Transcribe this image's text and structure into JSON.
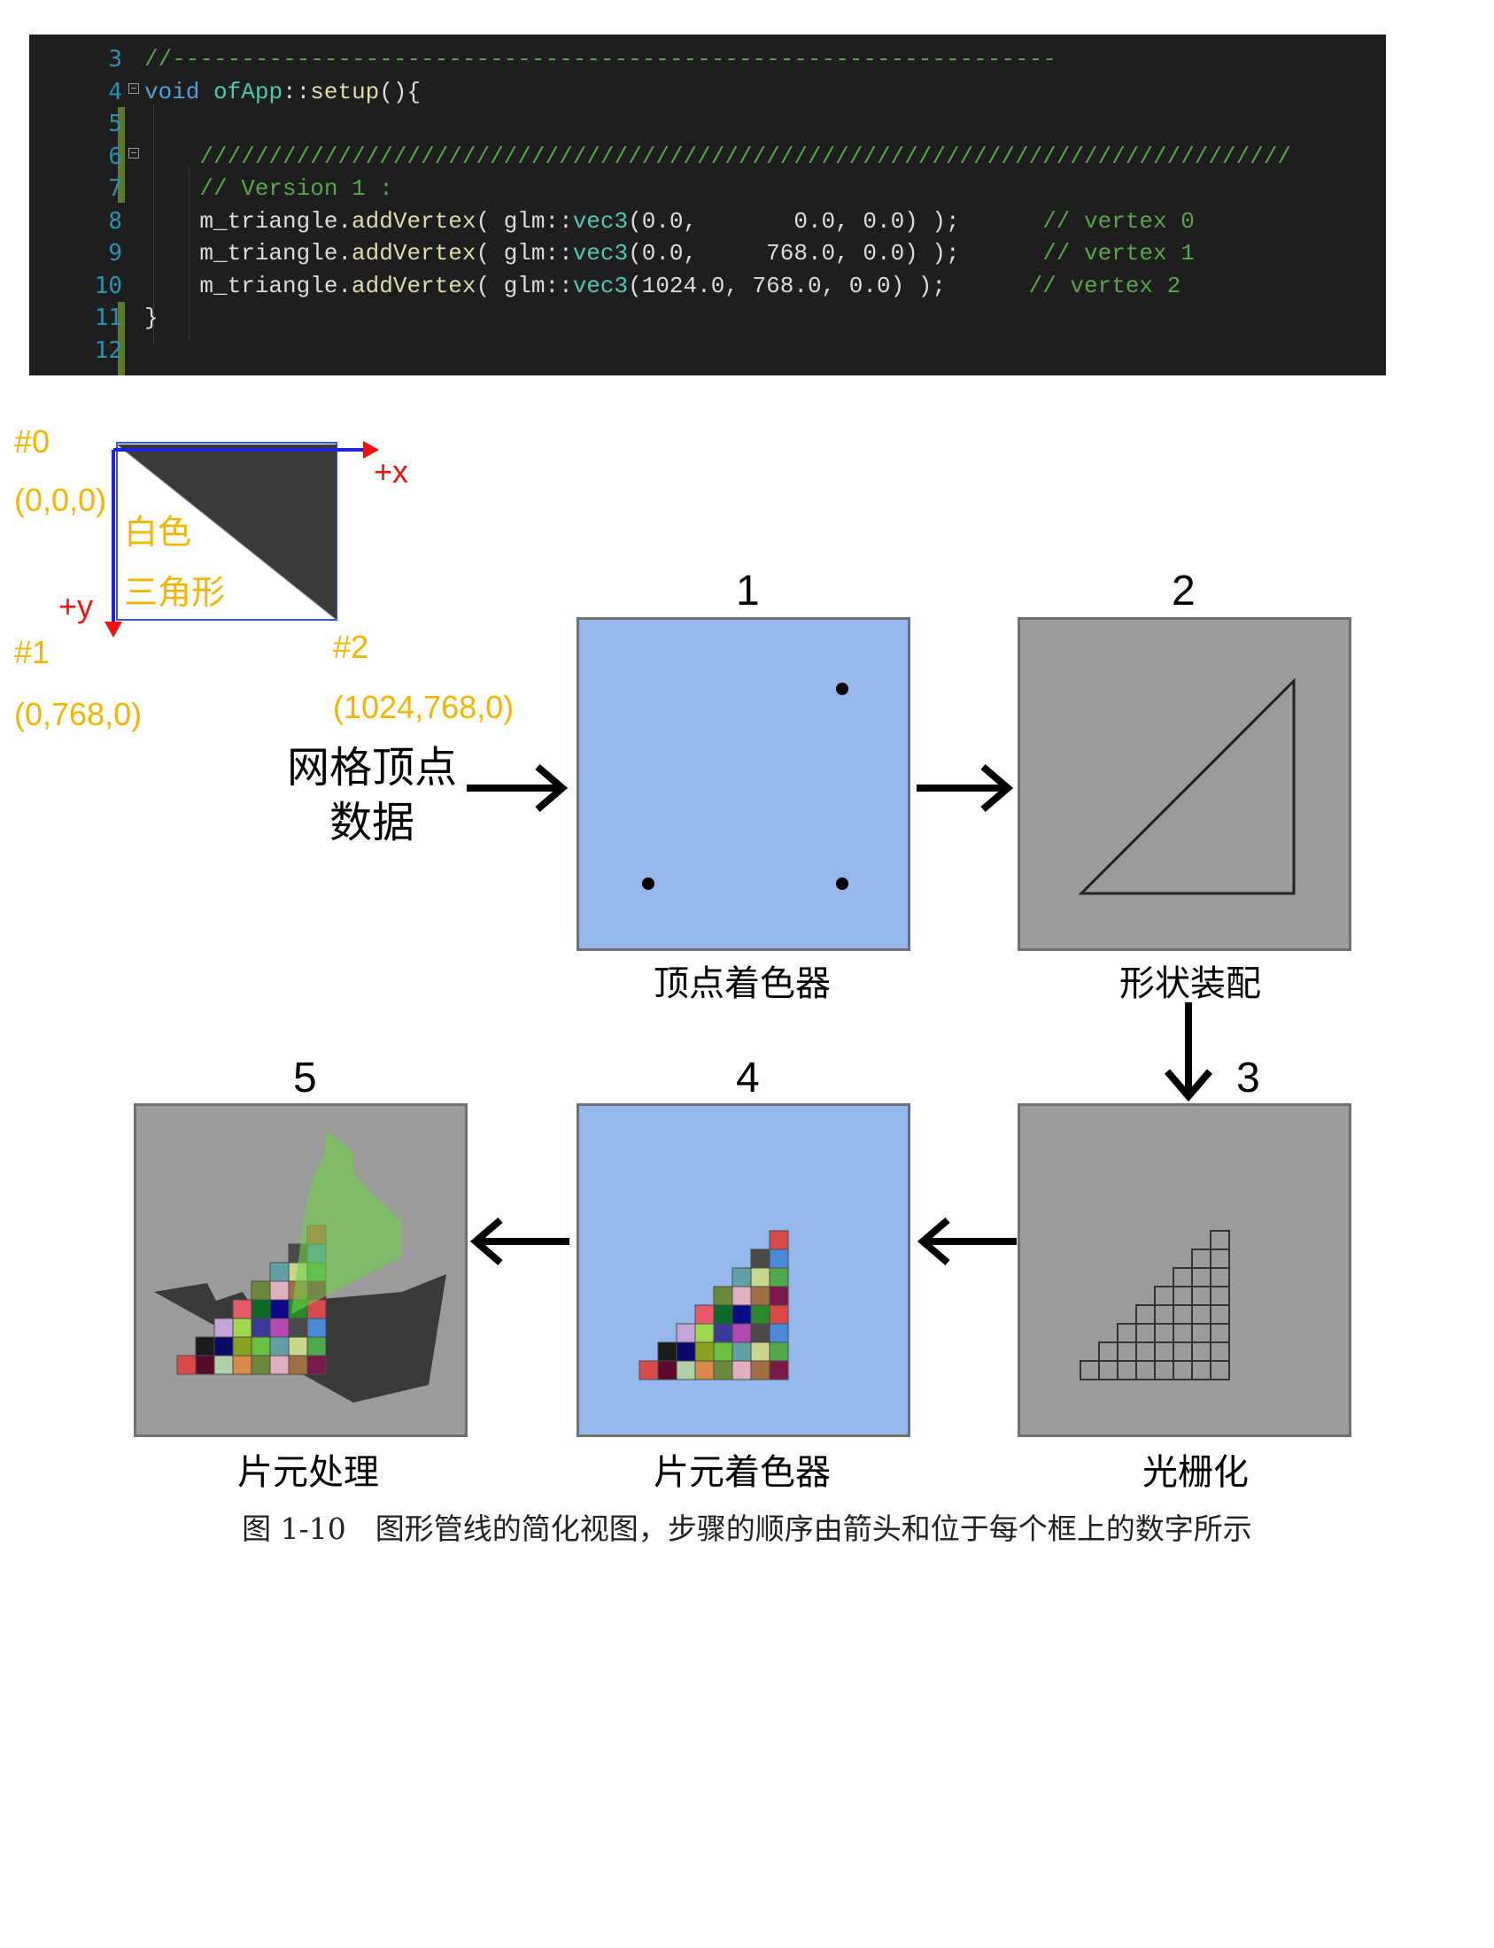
{
  "code": {
    "line_numbers": [
      "3",
      "4",
      "5",
      "6",
      "7",
      "8",
      "9",
      "10",
      "11",
      "12"
    ],
    "lines": [
      "//----------------------------------------------------------------",
      "void ofApp::setup(){",
      "",
      "    ///////////////////////////////////////////////////////////////////////////////",
      "    // Version 1 :",
      "    m_triangle.addVertex( glm::vec3(0.0,       0.0, 0.0) );      // vertex 0",
      "    m_triangle.addVertex( glm::vec3(0.0,     768.0, 0.0) );      // vertex 1",
      "    m_triangle.addVertex( glm::vec3(1024.0, 768.0, 0.0) );      // vertex 2",
      "}",
      ""
    ]
  },
  "triangle_diagram": {
    "v0_label": "#0",
    "v0_coord": "(0,0,0)",
    "v1_label": "#1",
    "v1_coord": "(0,768,0)",
    "v2_label": "#2",
    "v2_coord": "(1024,768,0)",
    "x_axis": "+x",
    "y_axis": "+y",
    "tri_label_1": "白色",
    "tri_label_2": "三角形",
    "colors": {
      "annotation": "#f5b400",
      "axis": "#2222dd",
      "axis_label": "#ee1111",
      "triangle_dark": "#3a3a3a"
    }
  },
  "pipeline": {
    "input_label_1": "网格顶点",
    "input_label_2": "数据",
    "steps": [
      {
        "number": "1",
        "caption": "顶点着色器"
      },
      {
        "number": "2",
        "caption": "形状装配"
      },
      {
        "number": "3",
        "caption": "光栅化"
      },
      {
        "number": "4",
        "caption": "片元着色器"
      },
      {
        "number": "5",
        "caption": "片元处理"
      }
    ],
    "colors": {
      "blue_panel": "#94b8ea",
      "gray_panel": "#9b9b9b"
    }
  },
  "figure_caption": "图 1-10　图形管线的简化视图，步骤的顺序由箭头和位于每个框上的数字所示"
}
